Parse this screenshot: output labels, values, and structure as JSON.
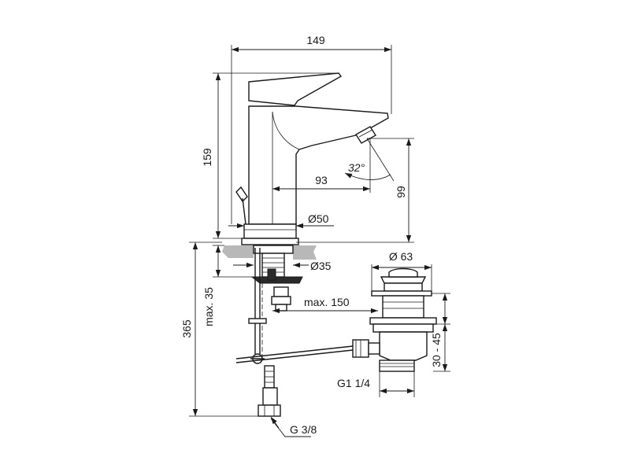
{
  "dimensions": {
    "width_top": "149",
    "height_spout": "159",
    "spout_reach": "93",
    "height_outlet": "99",
    "angle": "32°",
    "base_diameter": "Ø50",
    "hole_diameter": "Ø35",
    "max_thickness": "max. 35",
    "total_height": "365",
    "max_rod": "max. 150",
    "waste_diameter": "Ø 63",
    "waste_range": "30 - 45",
    "waste_thread": "G1 1/4",
    "supply_thread": "G 3/8"
  },
  "colors": {
    "line": "#1a1a1a",
    "sink": "#b8b8b8",
    "nut": "#2a2a2a"
  }
}
